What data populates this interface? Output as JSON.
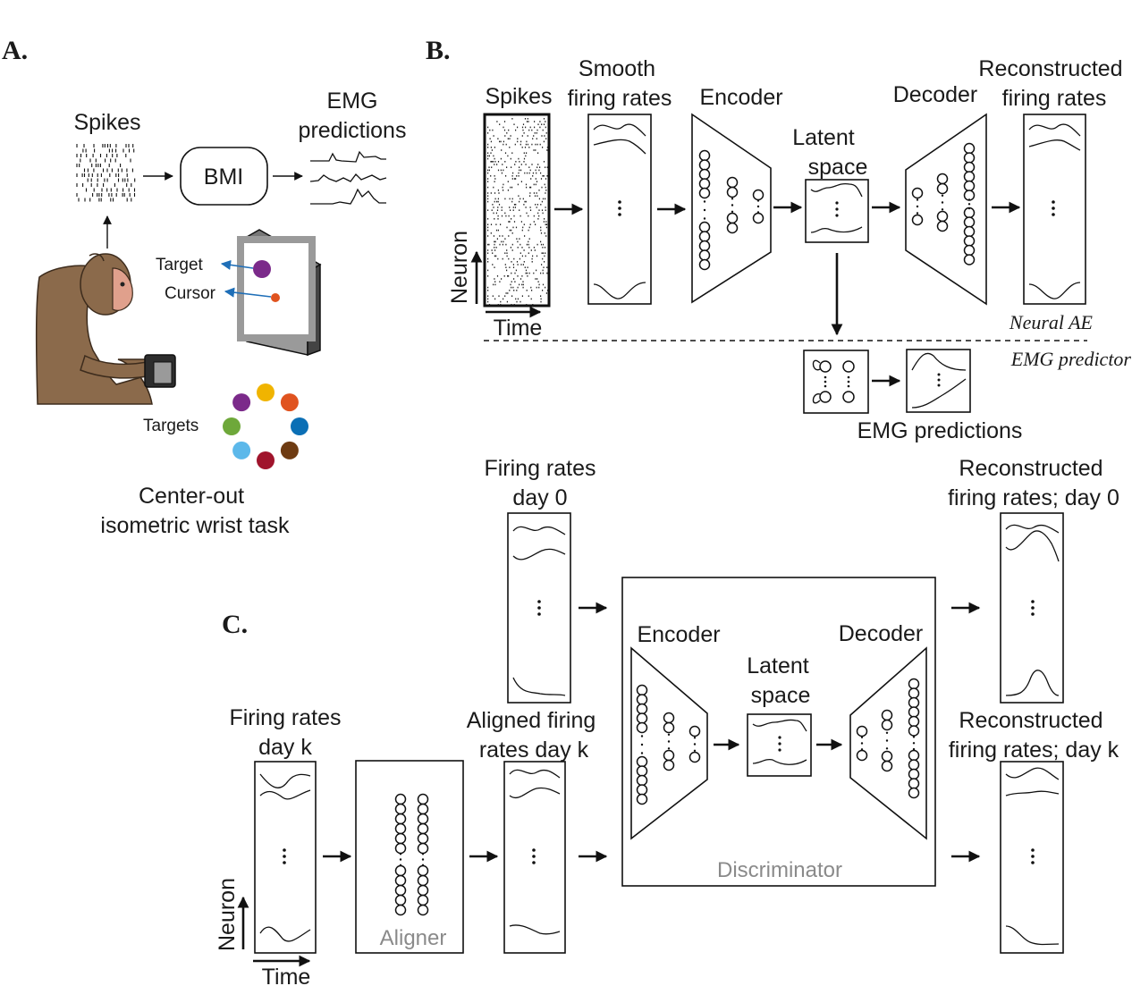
{
  "panels": {
    "a": "A.",
    "b": "B.",
    "c": "C."
  },
  "panel_a": {
    "spikes": "Spikes",
    "bmi": "BMI",
    "emg_line1": "EMG",
    "emg_line2": "predictions",
    "target": "Target",
    "cursor": "Cursor",
    "targets": "Targets",
    "task_line1": "Center-out",
    "task_line2": "isometric wrist task",
    "target_colors": [
      "#f0b400",
      "#e0531f",
      "#0b6fb5",
      "#6e3b12",
      "#a0142c",
      "#5cb8ea",
      "#6ea83a",
      "#7b2a8a"
    ]
  },
  "panel_b": {
    "spikes": "Spikes",
    "smooth_line1": "Smooth",
    "smooth_line2": "firing rates",
    "encoder": "Encoder",
    "latent_line1": "Latent",
    "latent_line2": "space",
    "decoder": "Decoder",
    "recon_line1": "Reconstructed",
    "recon_line2": "firing rates",
    "neuron_axis": "Neuron",
    "time_axis": "Time",
    "neural_ae": "Neural AE",
    "emg_predictor": "EMG predictor",
    "emg_predictions": "EMG predictions"
  },
  "panel_c": {
    "fr0_line1": "Firing rates",
    "fr0_line2": "day 0",
    "frk_line1": "Firing rates",
    "frk_line2": "day k",
    "aligned_line1": "Aligned firing",
    "aligned_line2": "rates day k",
    "aligner": "Aligner",
    "encoder": "Encoder",
    "latent_line1": "Latent",
    "latent_line2": "space",
    "decoder": "Decoder",
    "discriminator": "Discriminator",
    "recon0_line1": "Reconstructed",
    "recon0_line2": "firing rates; day 0",
    "reconk_line1": "Reconstructed",
    "reconk_line2": "firing rates; day k",
    "neuron_axis": "Neuron",
    "time_axis": "Time"
  }
}
